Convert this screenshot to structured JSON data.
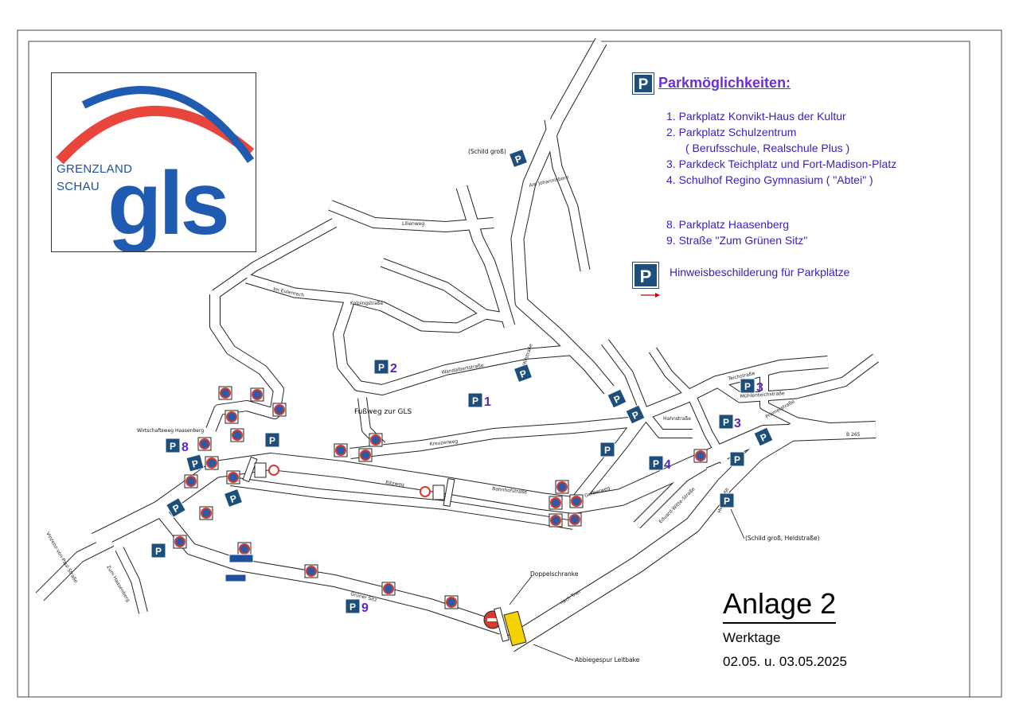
{
  "logo": {
    "city_line1": "GRENZLAND",
    "city_line2": "SCHAU",
    "brand": "gls",
    "arc_blue": "#1f5bb0",
    "arc_red": "#e8453c"
  },
  "legend": {
    "sign_letter": "P",
    "title": "Parkmöglichkeiten:",
    "items": [
      "1.   Parkplatz Konvikt-Haus der Kultur",
      "2.   Parkplatz Schulzentrum",
      "( Berufsschule, Realschule Plus )",
      "3.   Parkdeck Teichplatz und Fort-Madison-Platz",
      "4.   Schulhof Regino Gymnasium ( \"Abtei\" )"
    ],
    "items2": [
      "8.  Parkplatz Haasenberg",
      "9.  Straße \"Zum Grünen Sitz\""
    ],
    "hint": "Hinweisbeschilderung für Parkplätze"
  },
  "annex": {
    "title": "Anlage 2",
    "subtitle": "Werktage",
    "dates": "02.05. u. 03.05.2025"
  },
  "map_labels": {
    "schild_gross": "(Schild groß)",
    "schild_gross_held": "(Schild groß, Heldstraße)",
    "fussweg": "Fußweg zur GLS",
    "wirtschaftsweg": "Wirtschaftsweg Haasenberg",
    "doppelschranke": "Doppelschranke",
    "abbiegespur": "Abbiegespur Leitbake",
    "b265": "B 265",
    "lilienweg": "Lilienweg",
    "imeulenrech": "Im Eulenrech",
    "kolpingstrasse": "Kolpingstraße",
    "wandalbertstrasse": "Wandalbertstraße",
    "kreuzerweg": "Kreuzerweg",
    "ritzweg": "Ritzweg",
    "bahnhofstrasse": "Bahnhofstraße",
    "gerberweg": "Gerberweg",
    "hahnstrasse": "Hahnstraße",
    "gruener_sitz": "Grüner Sitz",
    "nach_trier": "nach Trier",
    "teichstrasse": "Teichstraße",
    "muehlenstrasse": "Mühlenteichstraße",
    "prumer": "Prümerstraße",
    "heldstrasse": "Heldstraße",
    "eduard": "Eduard-Witte-Straße",
    "amjohannisborn": "Am Johannisborn",
    "hillstrasse": "Hillstraße",
    "vinzenz": "Vinzenz-von-Paul-Straße",
    "zum_haasenberg": "Zum Haasenberg"
  },
  "lots": [
    {
      "number": "1"
    },
    {
      "number": "2"
    },
    {
      "number": "3"
    },
    {
      "number": "3"
    },
    {
      "number": "4"
    },
    {
      "number": "8"
    },
    {
      "number": "9"
    }
  ],
  "colors": {
    "road": "#ffffff",
    "road_edge": "#222222",
    "sign_blue": "#1d4f7a",
    "number_purple": "#5a22c8",
    "legend_text": "#3a1fb8",
    "noparking_red": "#d83a2e",
    "arrow_red": "#cc0000"
  }
}
